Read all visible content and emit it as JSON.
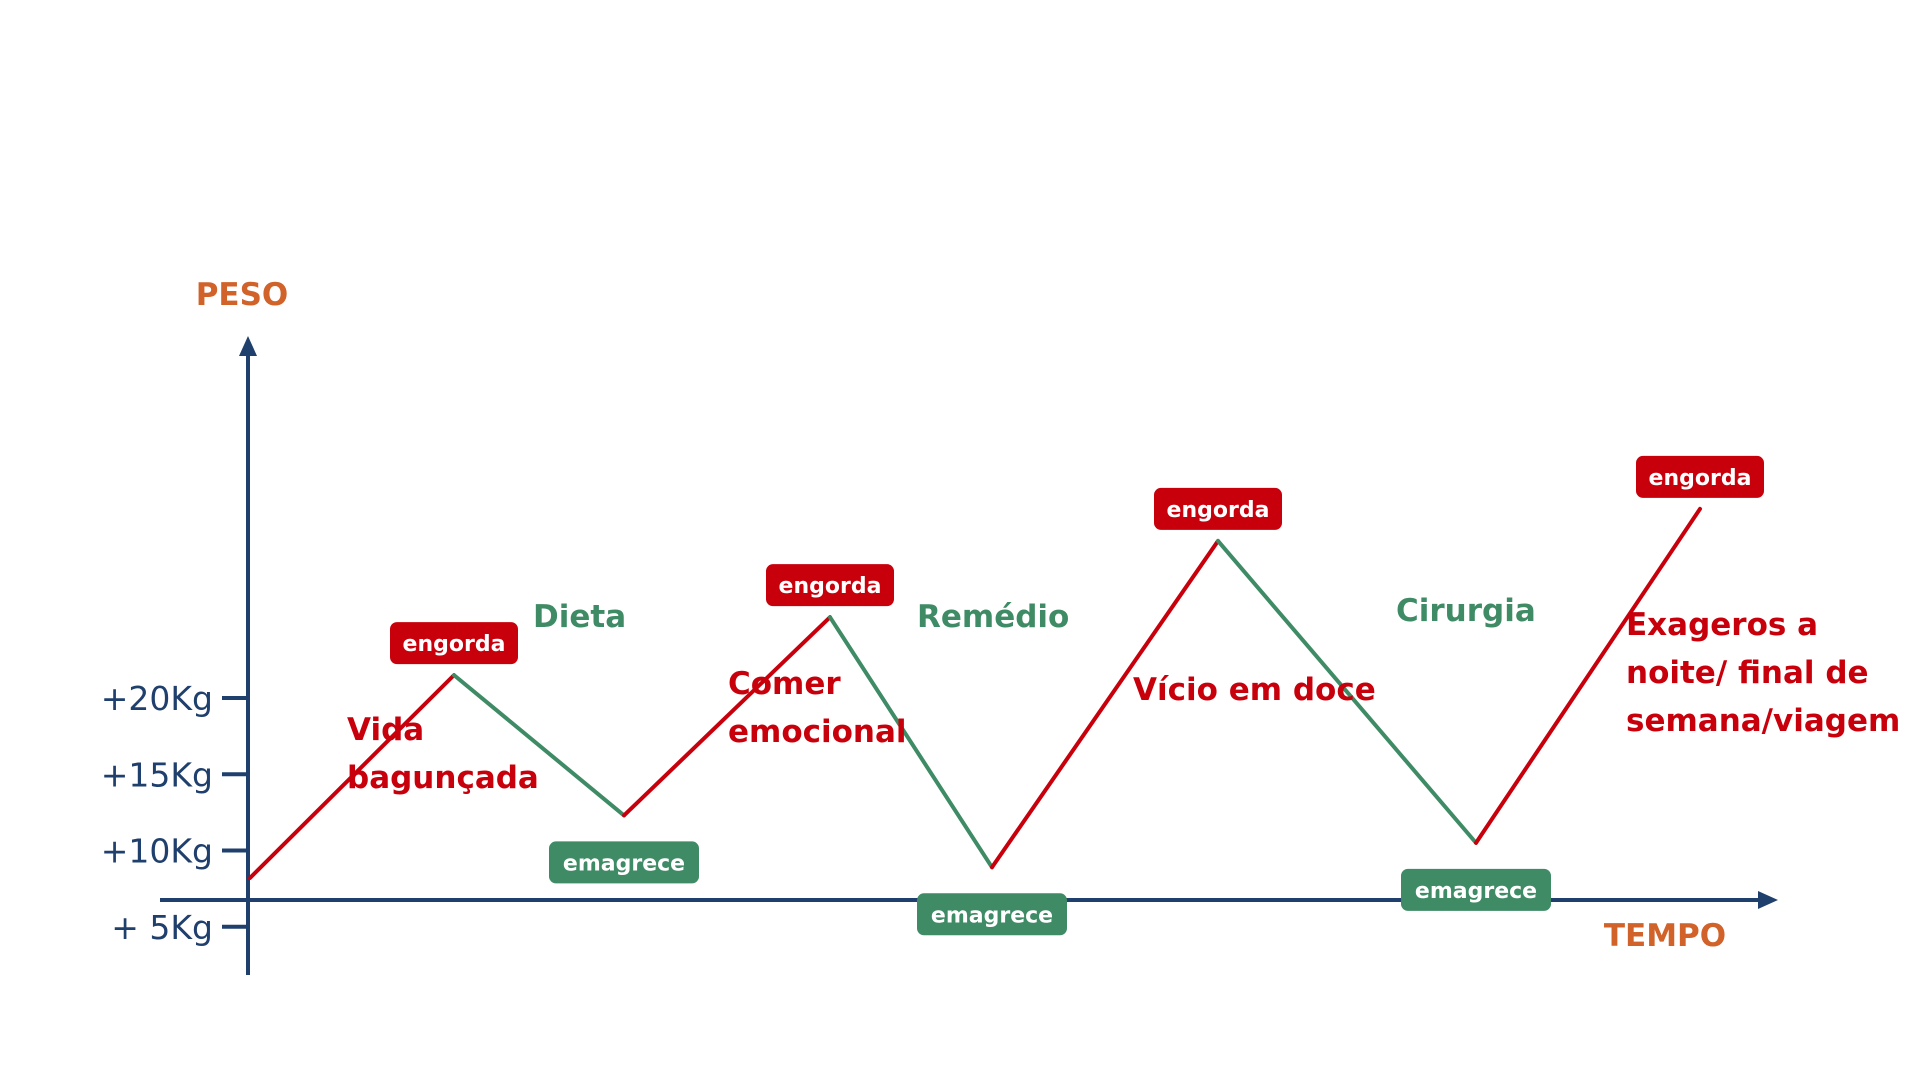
{
  "chart_data": {
    "type": "line",
    "x_label": "TEMPO",
    "y_label": "PESO",
    "y_ticks": [
      "+20Kg",
      "+15Kg",
      "+10Kg",
      "+ 5Kg"
    ],
    "y_tick_values": [
      20,
      15,
      10,
      5
    ],
    "grid": false,
    "points": [
      {
        "x": 0,
        "y": 8.2
      },
      {
        "x": 1,
        "y": 21.5,
        "tag": "engorda"
      },
      {
        "x": 2,
        "y": 12.3,
        "tag": "emagrece"
      },
      {
        "x": 3,
        "y": 25.3,
        "tag": "engorda"
      },
      {
        "x": 4,
        "y": 8.9,
        "tag": "emagrece"
      },
      {
        "x": 5,
        "y": 30.3,
        "tag": "engorda"
      },
      {
        "x": 6,
        "y": 10.5,
        "tag": "emagrece"
      },
      {
        "x": 7,
        "y": 32.4,
        "tag": "engorda"
      }
    ],
    "segments": [
      {
        "from": 0,
        "to": 1,
        "direction": "up",
        "label_lines": [
          "Vida",
          "bagunçada"
        ]
      },
      {
        "from": 1,
        "to": 2,
        "direction": "down",
        "label_lines": [
          "Dieta"
        ]
      },
      {
        "from": 2,
        "to": 3,
        "direction": "up",
        "label_lines": [
          "Comer",
          "emocional"
        ]
      },
      {
        "from": 3,
        "to": 4,
        "direction": "down",
        "label_lines": [
          "Remédio"
        ]
      },
      {
        "from": 4,
        "to": 5,
        "direction": "up",
        "label_lines": [
          "Vício em doce"
        ]
      },
      {
        "from": 5,
        "to": 6,
        "direction": "down",
        "label_lines": [
          "Cirurgia"
        ]
      },
      {
        "from": 6,
        "to": 7,
        "direction": "up",
        "label_lines": [
          "Exageros a",
          "noite/ final de",
          "semana/viagem"
        ]
      }
    ]
  },
  "colors": {
    "up": "#c8000c",
    "down": "#3e8b65",
    "axis": "#1f3f6d",
    "axis_title": "#d0622a",
    "tag_text": "#ffffff"
  }
}
